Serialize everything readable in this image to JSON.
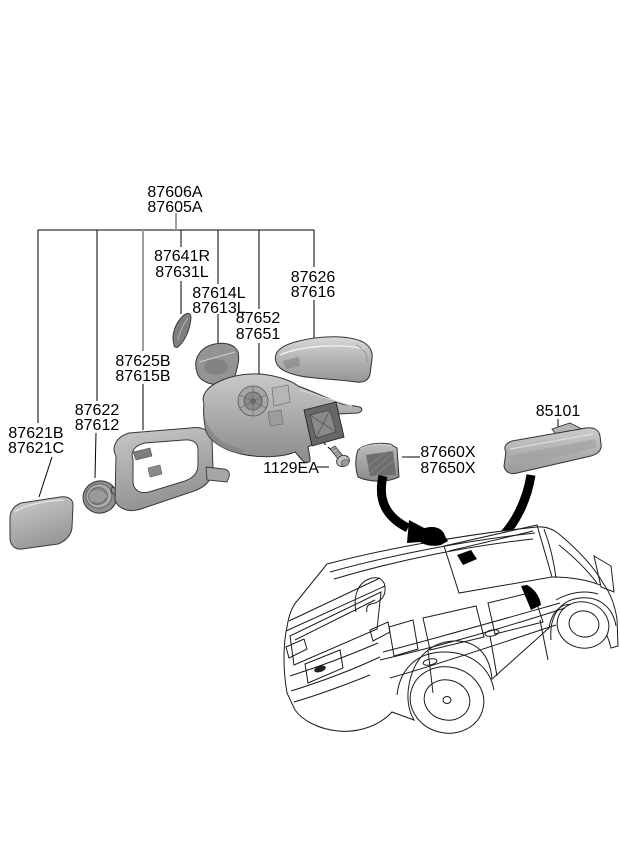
{
  "diagram": {
    "type": "exploded-parts-diagram",
    "subject": "door mirror and rear view mirror assembly with vehicle location view",
    "background": "#ffffff",
    "line_color": "#000000",
    "gray_line_color": "#9e9e9e",
    "arrow_color": "#000000",
    "labels": {
      "mirror_assembly": {
        "line1": "87606A",
        "line2": "87605A"
      },
      "bracket": {
        "line1": "87641R",
        "line2": "87631L"
      },
      "fold_actuator": {
        "line1": "87614L",
        "line2": "87613L"
      },
      "housing": {
        "line1": "87652",
        "line2": "87651"
      },
      "cover_cap": {
        "line1": "87626",
        "line2": "87616"
      },
      "frame_garnish": {
        "line1": "87625B",
        "line2": "87615B"
      },
      "motor": {
        "line1": "87622",
        "line2": "87612"
      },
      "glass": {
        "line1": "87621B",
        "line2": "87621C"
      },
      "inside_mirror": {
        "line1": "85101"
      },
      "delta_cover": {
        "line1": "87660X",
        "line2": "87650X"
      },
      "bolt": {
        "line1": "1129EA"
      }
    }
  }
}
